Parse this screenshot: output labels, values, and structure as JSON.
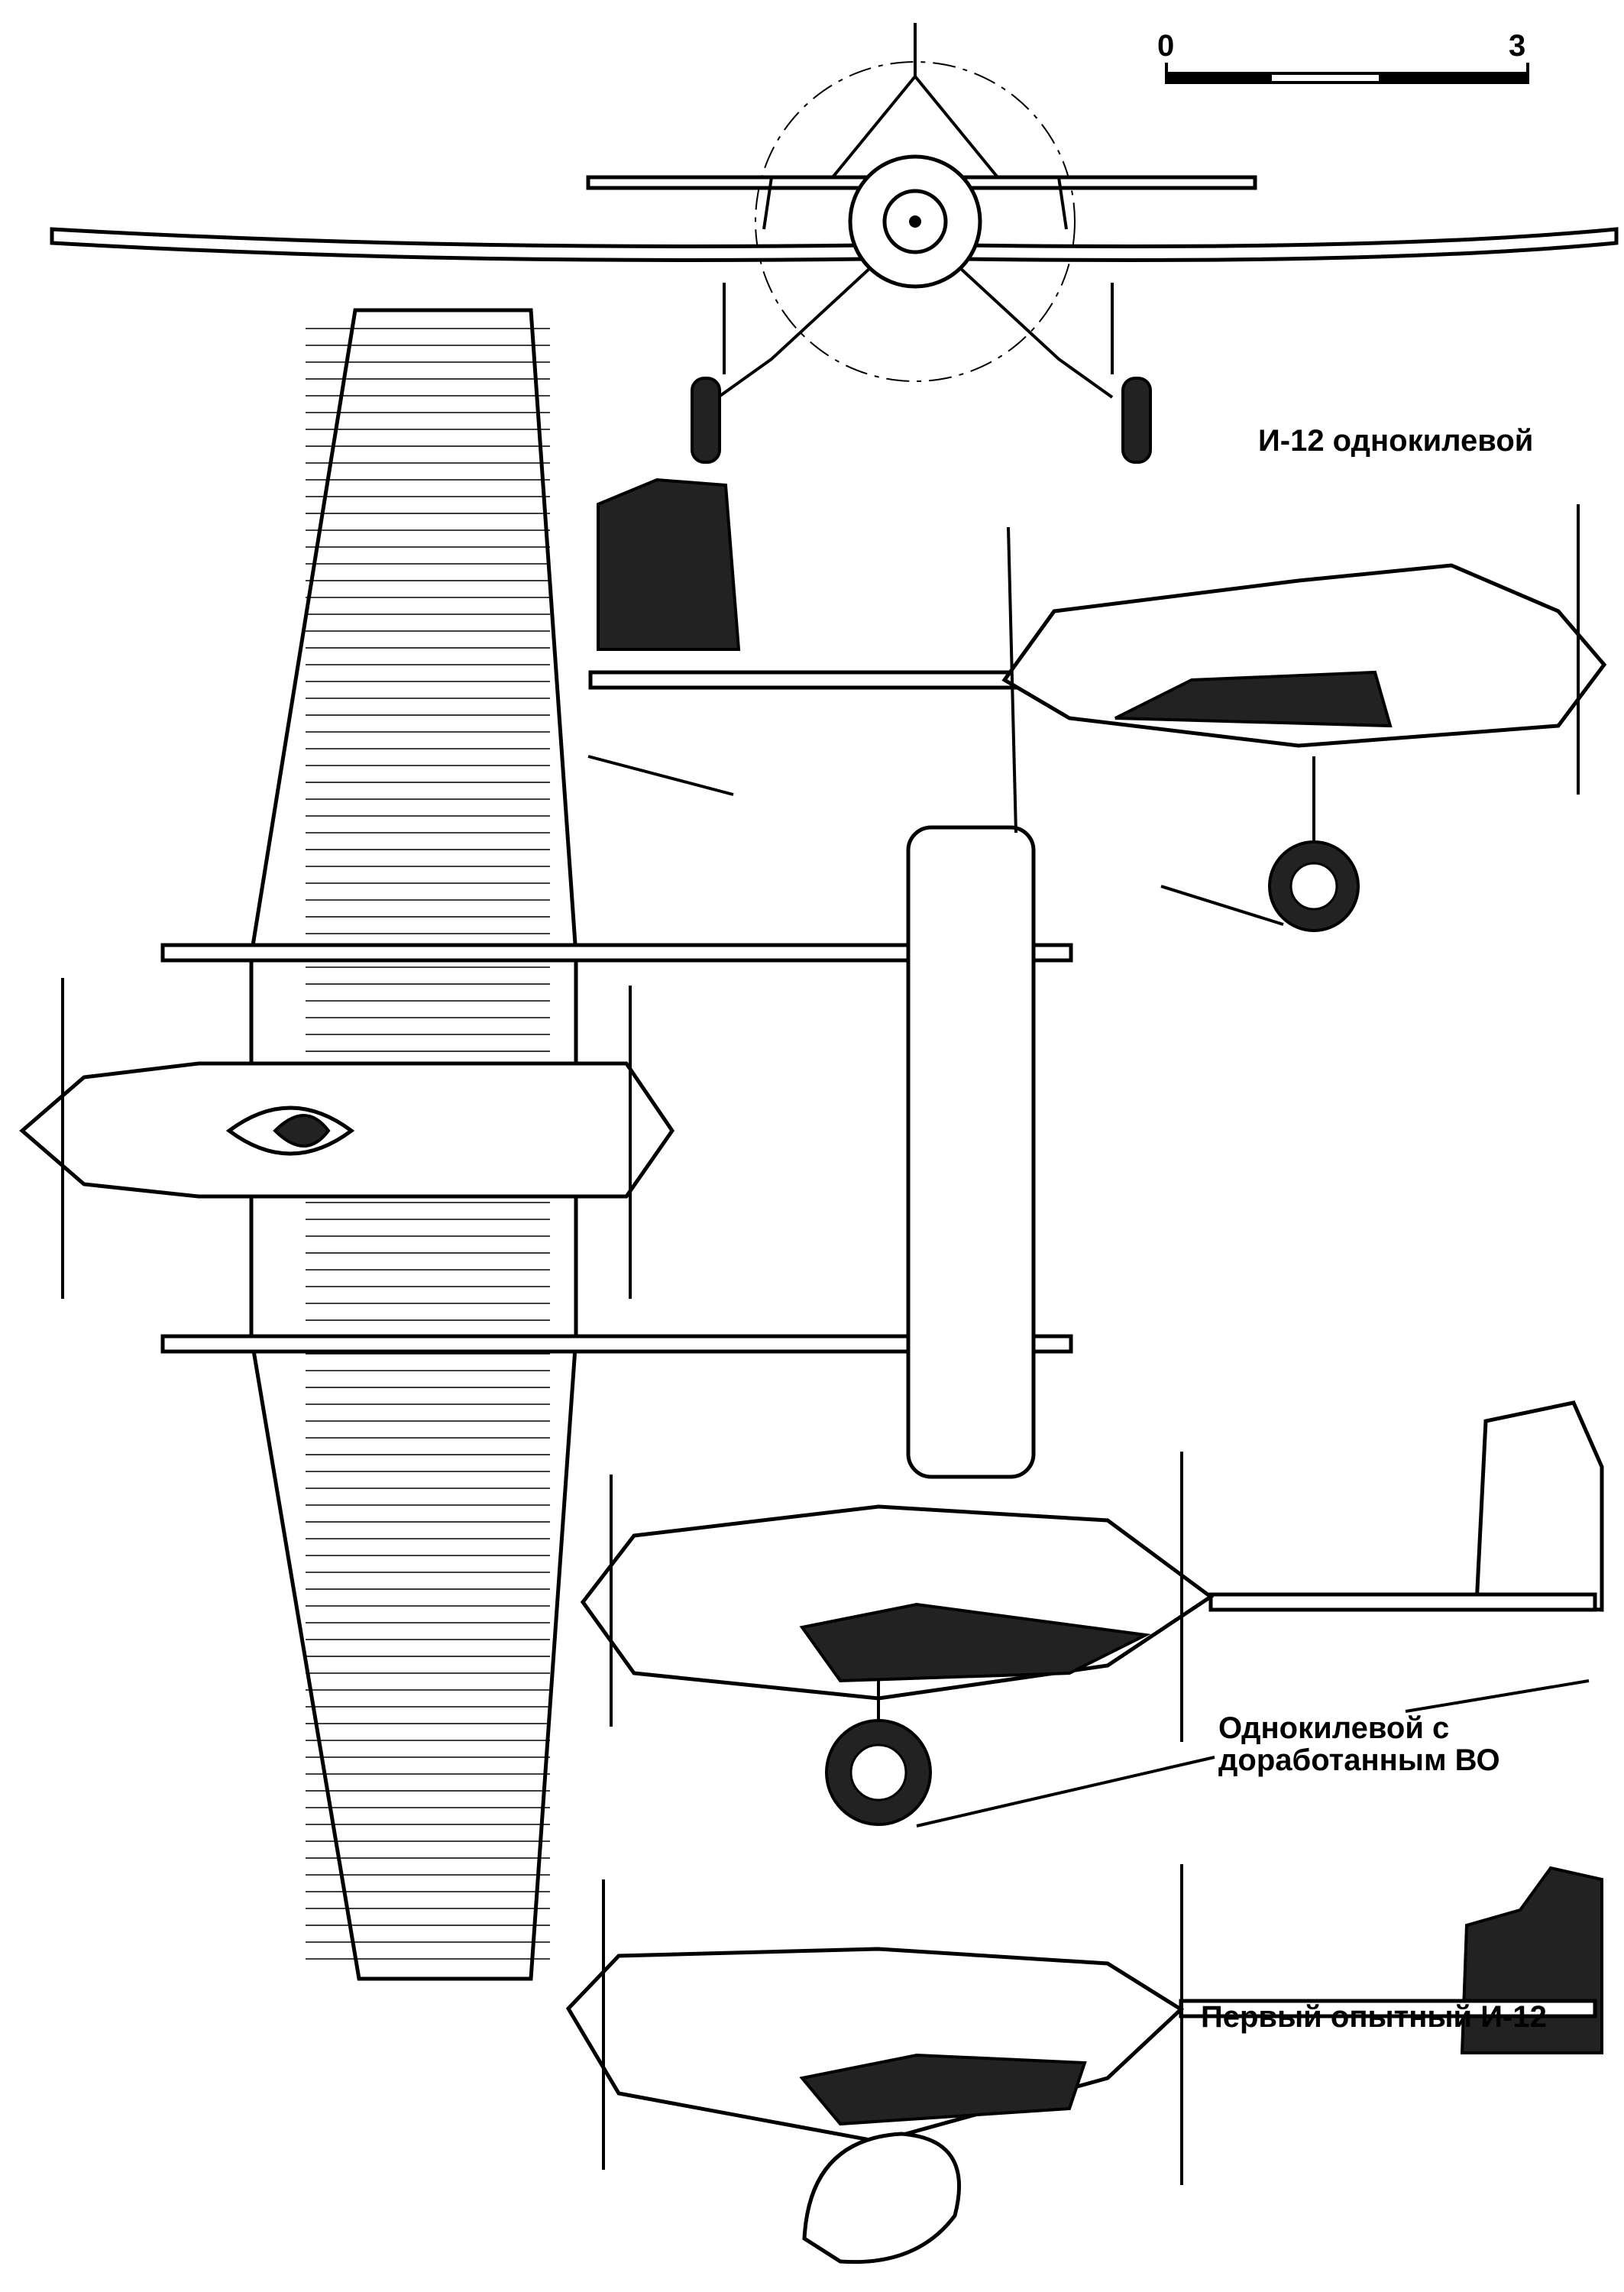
{
  "scale_bar": {
    "start_label": "0",
    "end_label": "3"
  },
  "labels": {
    "front_view_caption": "И-12 однокилевой",
    "middle_variant_caption_line1": "Однокилевой  с",
    "middle_variant_caption_line2": "доработанным  ВО",
    "bottom_variant_caption": "Первый опытный И-12"
  },
  "colors": {
    "ink": "#000000",
    "paper": "#ffffff"
  }
}
